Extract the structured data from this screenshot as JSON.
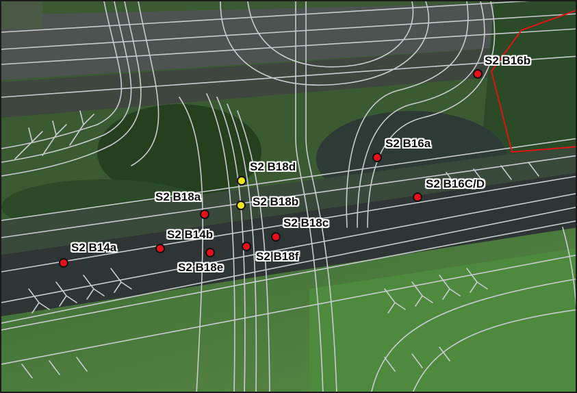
{
  "colors": {
    "red_marker": "#e8101a",
    "yellow_marker": "#f2e51b",
    "parcel_boundary": "#e01515",
    "road_lines": "#c9ccd0"
  },
  "markers": [
    {
      "id": "b16b",
      "label": "S2 B16b",
      "color": "red"
    },
    {
      "id": "b16a",
      "label": "S2 B16a",
      "color": "red"
    },
    {
      "id": "b16cd",
      "label": "S2 B16C/D",
      "color": "red"
    },
    {
      "id": "b18d",
      "label": "S2 B18d",
      "color": "yellow"
    },
    {
      "id": "b18b",
      "label": "S2 B18b",
      "color": "yellow"
    },
    {
      "id": "b18a",
      "label": "S2 B18a",
      "color": "red"
    },
    {
      "id": "b18c",
      "label": "S2 B18c",
      "color": "red"
    },
    {
      "id": "b14b",
      "label": "S2 B14b",
      "color": "red"
    },
    {
      "id": "b14a",
      "label": "S2 B14a",
      "color": "red"
    },
    {
      "id": "b18f",
      "label": "S2 B18f",
      "color": "red"
    },
    {
      "id": "b18e",
      "label": "S2 B18e",
      "color": "red"
    }
  ]
}
